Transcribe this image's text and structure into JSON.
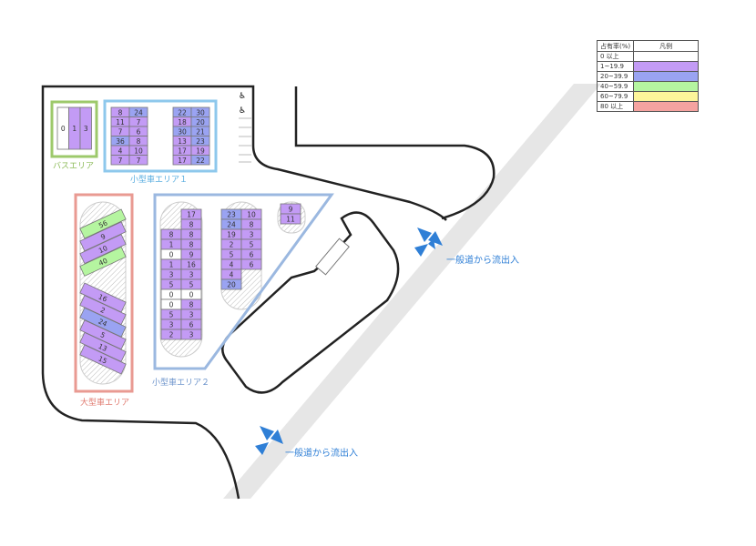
{
  "legend": {
    "header_rate": "占有率(%)",
    "header_legend": "凡例",
    "rows": [
      {
        "label": "0 以上",
        "color": "#ffffff"
      },
      {
        "label": "1~19.9",
        "color": "#c39bf5"
      },
      {
        "label": "20~39.9",
        "color": "#9aa3f2"
      },
      {
        "label": "40~59.9",
        "color": "#b5f5a0"
      },
      {
        "label": "60~79.9",
        "color": "#fdf59a"
      },
      {
        "label": "80 以上",
        "color": "#f5a3a0"
      }
    ]
  },
  "areas": {
    "bus": {
      "label": "バスエリア",
      "color": "#9dc96b",
      "values": [
        0,
        1,
        3
      ]
    },
    "small1": {
      "label": "小型車エリア１",
      "color": "#8ec8ec",
      "left_col1": [
        8,
        11,
        7,
        36,
        4,
        7
      ],
      "left_col2": [
        24,
        7,
        6,
        8,
        10,
        7
      ],
      "right_col1": [
        22,
        18,
        30,
        13,
        17,
        17
      ],
      "right_col2": [
        30,
        20,
        21,
        23,
        19,
        22
      ]
    },
    "large": {
      "label": "大型車エリア",
      "color": "#e99a92",
      "top": [
        56,
        9,
        10,
        40
      ],
      "bottom": [
        16,
        2,
        24,
        5,
        13,
        15
      ]
    },
    "small2": {
      "label": "小型車エリア２",
      "color": "#9bb8e0",
      "col_a": [
        8,
        1,
        0,
        1,
        3,
        5,
        0,
        0,
        5,
        3,
        2
      ],
      "col_b": [
        17,
        8,
        8,
        8,
        9,
        16,
        3,
        5,
        0,
        8,
        3,
        6,
        3
      ],
      "col_c": [
        23,
        24,
        19,
        2,
        5,
        4,
        4,
        20
      ],
      "col_d": [
        10,
        8,
        3,
        5,
        6,
        6
      ],
      "col_e": [
        9,
        11
      ]
    }
  },
  "entrances": [
    {
      "label": "一般道から流出入"
    },
    {
      "label": "一般道から流出入"
    }
  ],
  "accent_blue": "#2f7fd6"
}
